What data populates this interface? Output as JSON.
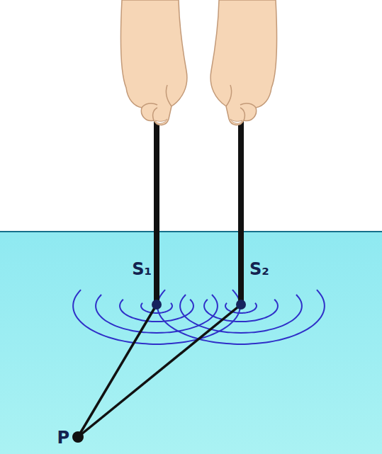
{
  "diagram": {
    "labels": [
      "S₁",
      "S₂",
      "P"
    ]
  }
}
